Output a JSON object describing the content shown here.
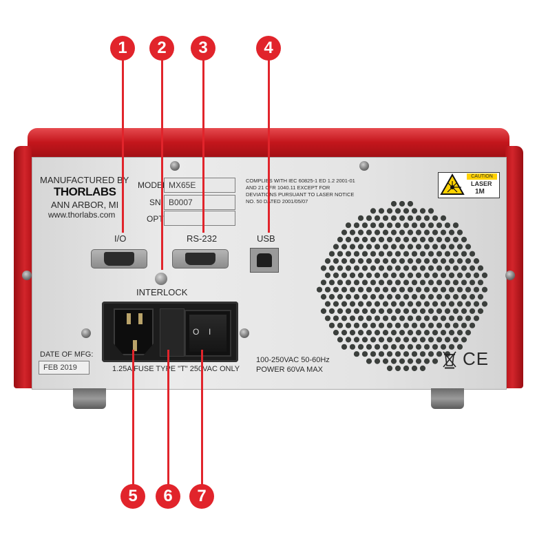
{
  "manufacturer": {
    "line1": "MANUFACTURED BY",
    "logo": "THORLABS",
    "city": "ANN ARBOR, MI",
    "website": "www.thorlabs.com"
  },
  "id_plate": {
    "model_label": "MODEL",
    "model_value": "MX65E",
    "sn_label": "SN",
    "sn_value": "B0007",
    "opt_label": "OPT",
    "opt_value": ""
  },
  "compliance": {
    "line1": "COMPLIES WITH IEC 60825-1 ED 1.2 2001-01",
    "line2": "AND 21 CFR 1040.11 EXCEPT FOR",
    "line3": "DEVIATIONS PURSUANT TO LASER NOTICE",
    "line4": "NO. 50 DATED 2001/05/07"
  },
  "laser_label": {
    "caution": "CAUTION",
    "line1": "LASER",
    "line2": "1M"
  },
  "ports": {
    "io": "I/O",
    "rs232": "RS-232",
    "usb": "USB",
    "interlock": "INTERLOCK"
  },
  "power": {
    "fuse_text": "1.25A FUSE TYPE \"T\" 250VAC ONLY",
    "voltage": "100-250VAC 50-60Hz",
    "power": "POWER 60VA MAX",
    "switch_off": "O",
    "switch_on": "I"
  },
  "mfg_date": {
    "label": "DATE OF MFG:",
    "value": "FEB 2019"
  },
  "marks": {
    "ce": "CE"
  },
  "callouts": [
    "1",
    "2",
    "3",
    "4",
    "5",
    "6",
    "7"
  ],
  "colors": {
    "chassis_red": "#c4161c",
    "callout_red": "#e1242b",
    "panel_silver": "#e2e2e2"
  }
}
